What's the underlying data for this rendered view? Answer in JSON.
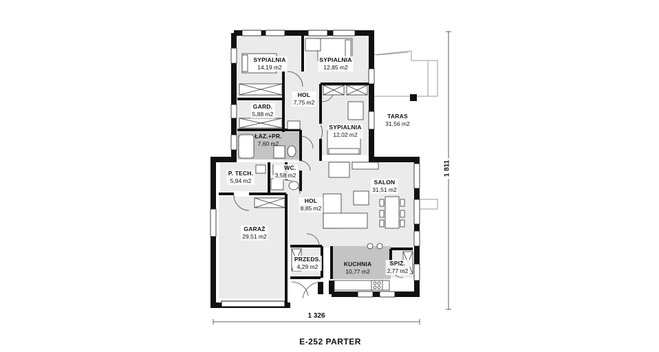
{
  "title": "E-252 PARTER",
  "dimensions": {
    "width": "1 326",
    "height": "1 811"
  },
  "rooms": {
    "sypialnia1": {
      "name": "SYPIALNIA",
      "area": "14,19 m2"
    },
    "sypialnia2": {
      "name": "SYPIALNIA",
      "area": "12,85 m2"
    },
    "hol1": {
      "name": "HOL",
      "area": "7,75 m2"
    },
    "gard": {
      "name": "GARD.",
      "area": "5,88 m2"
    },
    "sypialnia3": {
      "name": "SYPIALNIA",
      "area": "12,02 m2"
    },
    "taras": {
      "name": "TARAS",
      "area": "31,56 m2"
    },
    "laz": {
      "name": "ŁAZ.+PR.",
      "area": "7,60 m2"
    },
    "ptech": {
      "name": "P. TECH.",
      "area": "5,94 m2"
    },
    "wc": {
      "name": "WC.",
      "area": "3,58 m2"
    },
    "salon": {
      "name": "SALON",
      "area": "31,51 m2"
    },
    "hol2": {
      "name": "HOL",
      "area": "8,85 m2"
    },
    "garaz": {
      "name": "GARAŻ",
      "area": "29,51 m2"
    },
    "przeds": {
      "name": "PRZEDS.",
      "area": "4,29 m2"
    },
    "kuchnia": {
      "name": "KUCHNIA",
      "area": "10,77 m2"
    },
    "spiz": {
      "name": "SPIŻ.",
      "area": "2,77 m2"
    }
  }
}
